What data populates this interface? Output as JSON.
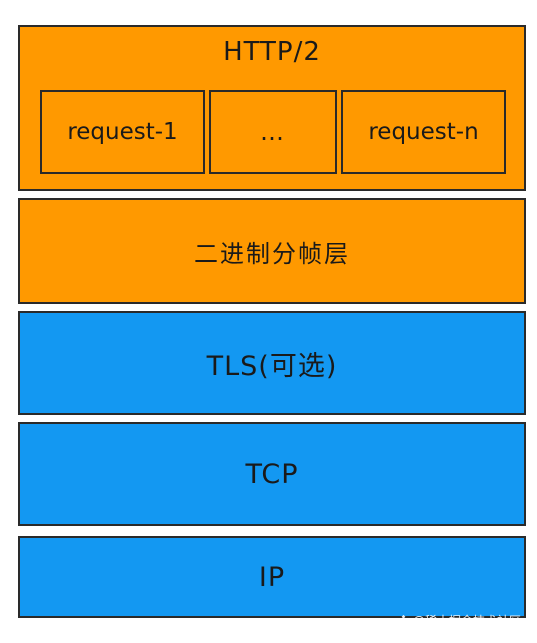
{
  "http2": {
    "title": "HTTP/2",
    "requests": [
      "request-1",
      "…",
      "request-n"
    ]
  },
  "layers": {
    "framing": "二进制分帧层",
    "tls": "TLS(可选)",
    "tcp": "TCP",
    "ip": "IP"
  },
  "watermark": "@稀土掘金技术社区",
  "colors": {
    "application_layer": "#FF9900",
    "transport_layer": "#1398F2",
    "border": "#2a2a2a"
  }
}
